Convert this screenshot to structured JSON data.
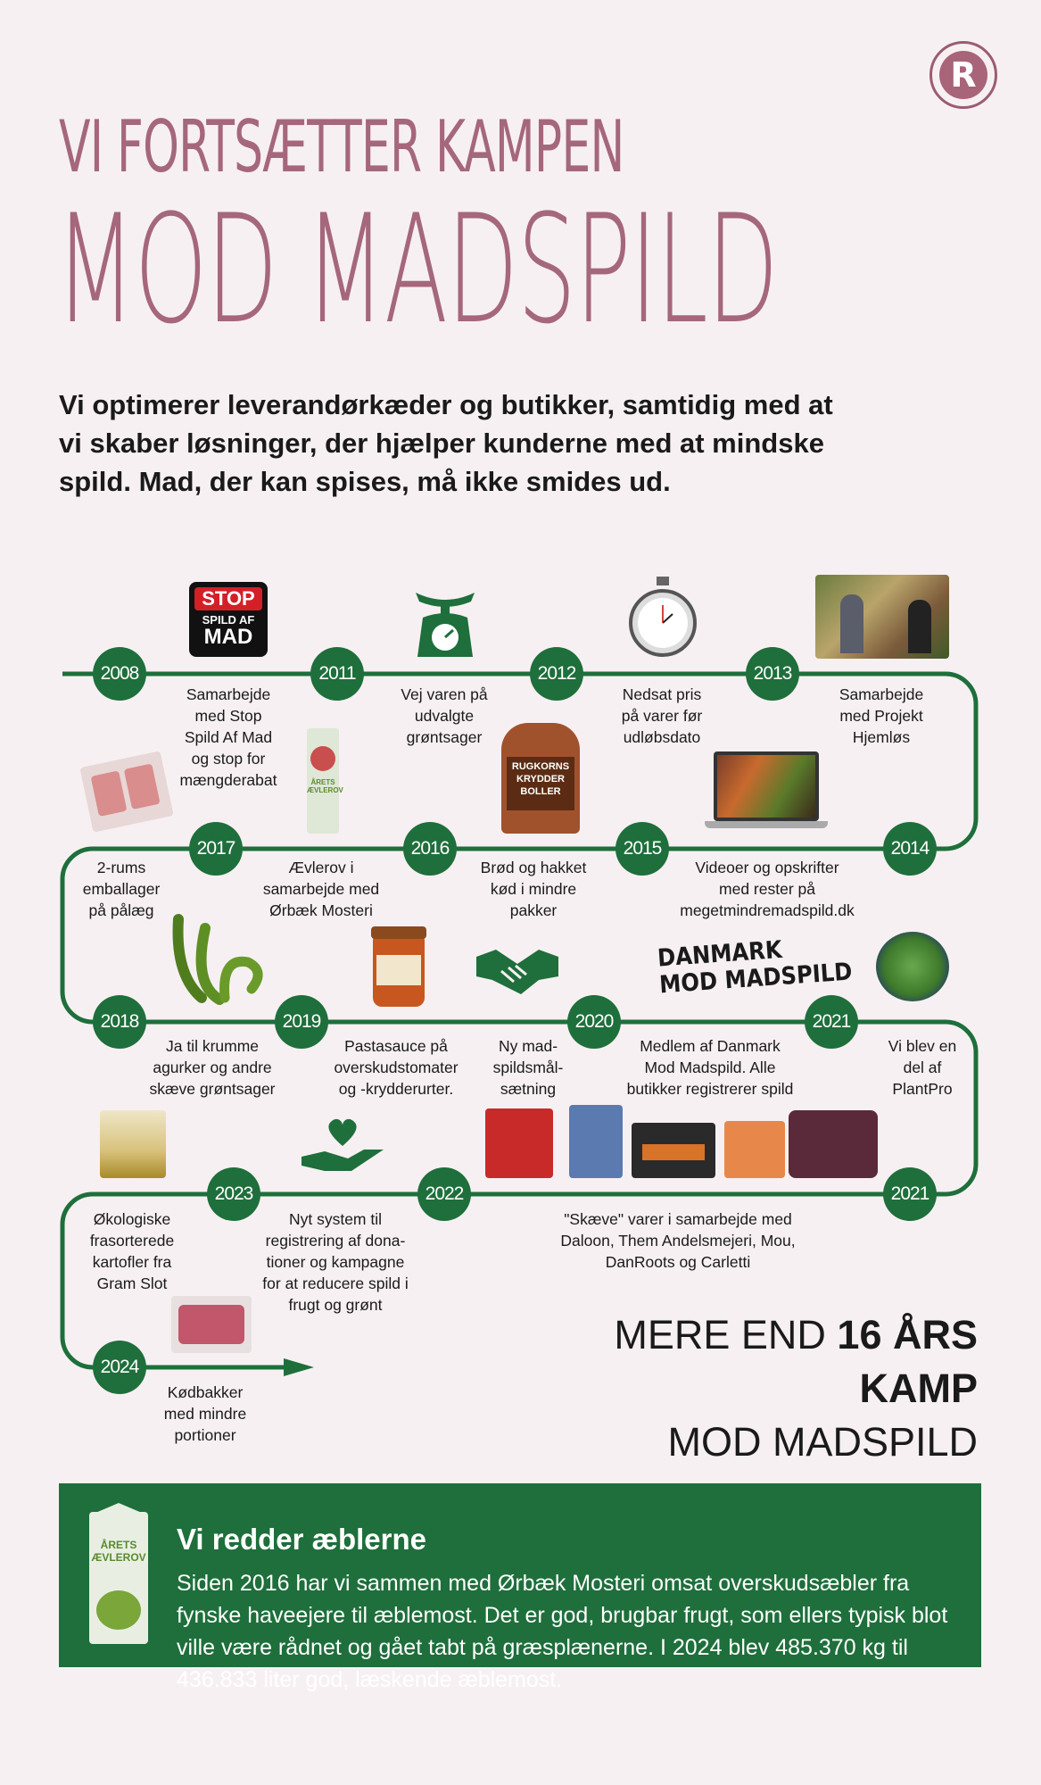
{
  "logo": {
    "letter": "R"
  },
  "header": {
    "line1": "VI FORTSÆTTER KAMPEN",
    "line2": "MOD MADSPILD",
    "intro": "Vi optimerer leverandørkæder og butikker, samtidig med at vi skaber løsninger, der hjælper kunderne med at mindske spild. Mad, der kan spises, må ikke smides ud."
  },
  "colors": {
    "green": "#1e6f3b",
    "rose": "#a5677b",
    "background": "#f7f0f2"
  },
  "timeline": {
    "nodes": {
      "n2008": "2008",
      "n2011": "2011",
      "n2012": "2012",
      "n2013": "2013",
      "n2014": "2014",
      "n2015": "2015",
      "n2016": "2016",
      "n2017": "2017",
      "n2018": "2018",
      "n2019": "2019",
      "n2020": "2020",
      "n2021a": "2021",
      "n2021b": "2021",
      "n2022": "2022",
      "n2023": "2023",
      "n2024": "2024"
    },
    "labels": {
      "l2008": "Samarbejde\nmed Stop\nSpild Af Mad\nog stop for\nmængderabat",
      "l2011": "Vej varen på\nudvalgte\ngrøntsager",
      "l2012": "Nedsat pris\npå varer før\nudløbsdato",
      "l2013": "Samarbejde\nmed Projekt\nHjemløs",
      "l2017": "2-rums\nemballager\npå pålæg",
      "l2016a": "Ævlerov i\nsamarbejde med\nØrbæk Mosteri",
      "l2016b": "Brød og hakket\nkød i mindre\npakker",
      "l2015": "Videoer og opskrifter\nmed rester på\nmegetmindremadspild.dk",
      "l2018": "Ja til krumme\nagurker og andre\nskæve grøntsager",
      "l2019": "Pastasauce på\noverskudstomater\nog -krydderurter.",
      "l2020a": "Ny mad-\nspildsmål-\nsætning",
      "l2020b": "Medlem af Danmark\nMod Madspild. Alle\nbutikker registrerer spild",
      "l2021a": "Vi blev en\ndel af\nPlantPro",
      "l2023a": "Økologiske\nfrasorterede\nkartofler fra\nGram Slot",
      "l2023b": "Nyt system til\nregistrering af dona-\ntioner og kampagne\nfor at reducere spild i\nfrugt og grønt",
      "l2021b": "\"Skæve\" varer i samarbejde med\nDaloon, Them Andelsmejeri, Mou,\nDanRoots og Carletti",
      "l2024": "Kødbakker\nmed mindre\nportioner"
    },
    "image_text": {
      "stop": "STOP\nSPILD AF\nMAD",
      "danmark": "DANMARK\nMOD MADSPILD",
      "boller": "RUGKORNS\nKRYDDER\nBOLLER",
      "aevlerov": "ÅRETS\nÆVLEROV"
    }
  },
  "tagline": {
    "pre": "MERE END ",
    "bold": "16 ÅRS KAMP",
    "line2": "MOD MADSPILD"
  },
  "infobox": {
    "title": "Vi redder æblerne",
    "text": "Siden 2016 har vi sammen med Ørbæk Mosteri omsat overskudsæbler fra fynske haveejere til æblemost. Det er god, brugbar frugt, som ellers typisk blot ville være rådnet og gået tabt på græsplænerne. I 2024 blev 485.370 kg til 436.833 liter god, læskende æblemost.",
    "carton_text": "ÅRETS\nÆVLEROV"
  }
}
